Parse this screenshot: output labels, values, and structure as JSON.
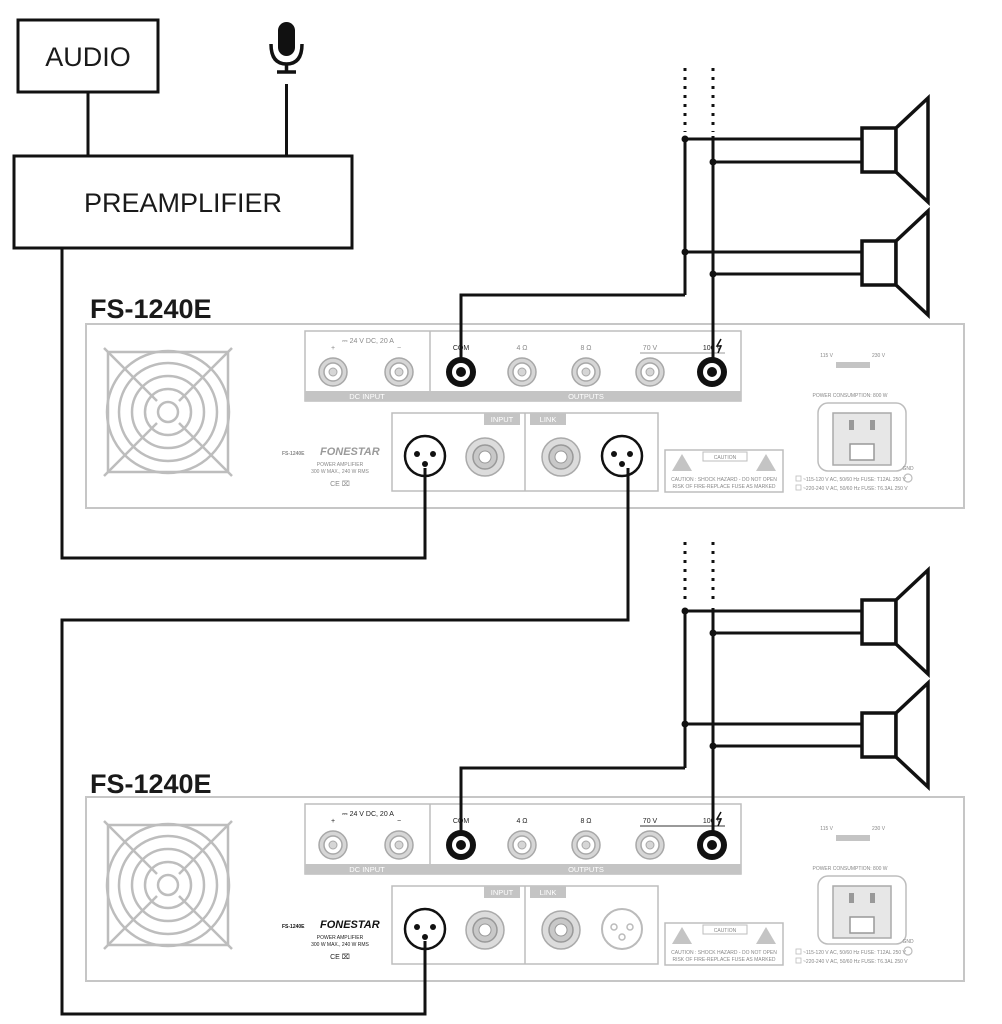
{
  "source": {
    "audio": "AUDIO",
    "mic_icon": "microphone-icon",
    "preamp": "PREAMPLIFIER"
  },
  "amplifiers": [
    {
      "model": "FS-1240E",
      "dc_spec": "⎓ 24 V DC, 20 A",
      "dc_plus": "+",
      "dc_minus": "−",
      "dc_label": "DC INPUT",
      "out_com": "COM",
      "out_4": "4 Ω",
      "out_8": "8 Ω",
      "out_70": "70 V",
      "out_100": "100 V",
      "outputs_label": "OUTPUTS",
      "input_label": "INPUT",
      "link_label": "LINK",
      "model_small": "FS-1240E",
      "brand": "FONESTAR",
      "desc1": "POWER AMPLIFIER",
      "desc2": "300 W MAX., 240 W RMS",
      "marks": "CE ⌧",
      "caution_title": "CAUTION",
      "caution_line1": "CAUTION : SHOCK HAZARD - DO NOT OPEN",
      "caution_line2": "RISK OF FIRE-REPLACE FUSE AS MARKED",
      "v115": "115 V",
      "v230": "230 V",
      "power_consumption": "POWER CONSUMPTION: 800 W",
      "fuse1": "~115-120 V AC, 50/60 Hz FUSE: T12AL 250 V",
      "fuse2": "~220-240 V AC, 50/60 Hz FUSE: T6.3AL 250 V",
      "gnd": "GND"
    },
    {
      "model": "FS-1240E",
      "dc_spec": "⎓ 24 V DC, 20 A",
      "dc_plus": "+",
      "dc_minus": "−",
      "dc_label": "DC INPUT",
      "out_com": "COM",
      "out_4": "4 Ω",
      "out_8": "8 Ω",
      "out_70": "70 V",
      "out_100": "100 V",
      "outputs_label": "OUTPUTS",
      "input_label": "INPUT",
      "link_label": "LINK",
      "model_small": "FS-1240E",
      "brand": "FONESTAR",
      "desc1": "POWER AMPLIFIER",
      "desc2": "300 W MAX., 240 W RMS",
      "marks": "CE ⌧",
      "caution_title": "CAUTION",
      "caution_line1": "CAUTION : SHOCK HAZARD - DO NOT OPEN",
      "caution_line2": "RISK OF FIRE-REPLACE FUSE AS MARKED",
      "v115": "115 V",
      "v230": "230 V",
      "power_consumption": "POWER CONSUMPTION: 800 W",
      "fuse1": "~115-120 V AC, 50/60 Hz FUSE: T12AL 250 V",
      "fuse2": "~220-240 V AC, 50/60 Hz FUSE: T6.3AL 250 V",
      "gnd": "GND"
    }
  ],
  "icons": {
    "speaker": "speaker-icon",
    "fan": "fan-grille-icon",
    "xlr": "xlr-connector-icon",
    "jack": "jack-connector-icon",
    "terminal": "binding-post-icon",
    "warning": "warning-triangle-icon",
    "iec": "iec-power-inlet-icon"
  },
  "colors": {
    "line": "#111111",
    "panel": "#bdbdbd",
    "label_bar": "#c4c4c4"
  }
}
